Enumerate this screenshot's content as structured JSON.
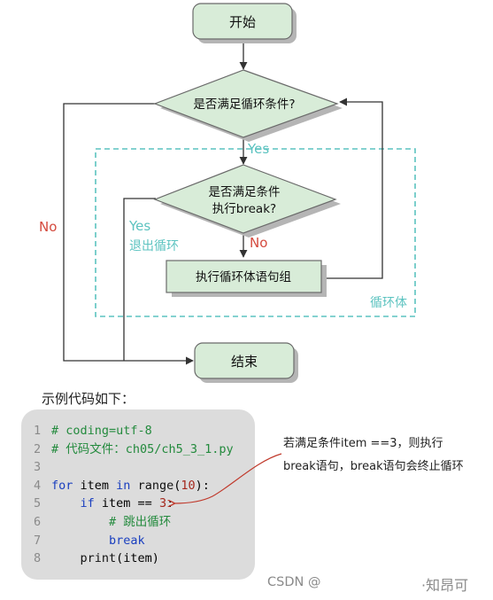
{
  "flowchart": {
    "start": "开始",
    "condition1": "是否满足循环条件?",
    "condition2_line1": "是否满足条件",
    "condition2_line2": "执行break?",
    "loop_body": "执行循环体语句组",
    "end": "结束",
    "yes_label": "Yes",
    "no_left_label": "No",
    "yes_exit_label": "Yes",
    "exit_loop_label": "退出循环",
    "no_label": "No",
    "loop_region_label": "循环体"
  },
  "caption": "示例代码如下：",
  "code": {
    "lines": [
      {
        "num": "1",
        "text": "# coding=utf-8",
        "kind": "comment"
      },
      {
        "num": "2",
        "text": "# 代码文件：ch05/ch5_3_1.py",
        "kind": "comment"
      },
      {
        "num": "3",
        "text": "",
        "kind": "plain"
      },
      {
        "num": "4",
        "text": "for item in range(10):",
        "kind": "code"
      },
      {
        "num": "5",
        "text": "    if item == 3:",
        "kind": "code"
      },
      {
        "num": "6",
        "text": "        # 跳出循环",
        "kind": "comment"
      },
      {
        "num": "7",
        "text": "        break",
        "kind": "code"
      },
      {
        "num": "8",
        "text": "    print(item)",
        "kind": "code"
      }
    ]
  },
  "annotation": {
    "line1": "若满足条件item ==3，则执行",
    "line2": "break语句，break语句会终止循环"
  },
  "watermarks": {
    "csdn": "CSDN @",
    "zhihu": "·知昂可"
  },
  "colors": {
    "node_fill": "#d8ecd8",
    "node_border": "#6a6a6a",
    "node_shadow": "#b5b5b5",
    "teal": "#5cc3c0",
    "no_red": "#d44a3e",
    "arrow": "#333333",
    "annotation_red": "#c0392b",
    "code_keyword": "#1a3fbf",
    "code_comment": "#238a3d",
    "code_number": "#a4281d",
    "code_panel": "#dcdcdc"
  }
}
